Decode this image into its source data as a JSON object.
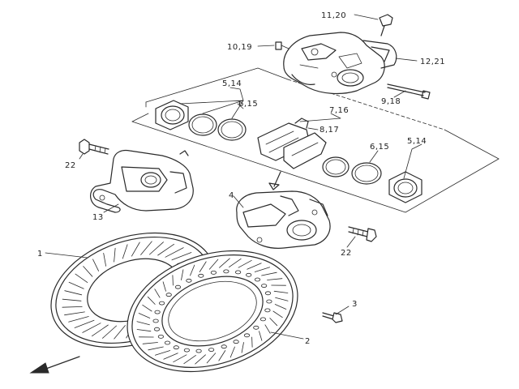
{
  "colors": {
    "ink": "#2a2a2a",
    "paper": "#ffffff"
  },
  "callouts": {
    "c1120": "11,20",
    "c1019": "10,19",
    "c1221": "12,21",
    "c514a": "5,14",
    "c615a": "6,15",
    "c918": "9,18",
    "c716": "7,16",
    "c817": "8,17",
    "c615b": "6,15",
    "c514b": "5,14",
    "c22a": "22",
    "c13": "13",
    "c4": "4",
    "c22b": "22",
    "c1": "1",
    "c3": "3",
    "c2": "2"
  },
  "icons": {
    "direction": "arrow-front-icon"
  }
}
